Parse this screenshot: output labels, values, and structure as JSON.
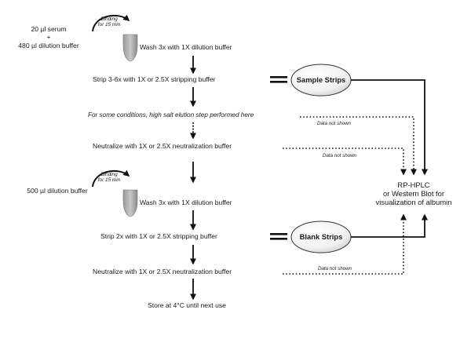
{
  "diagram": {
    "top": {
      "sample": "20 µl serum",
      "plus": "+",
      "dilution": "480 µl dilution buffer",
      "binding_1": "Binding",
      "binding_2": "for 15 min"
    },
    "steps": {
      "wash_1": "Wash 3x with 1X dilution buffer",
      "strip_1": "Strip 3-6x with 1X or 2.5X stripping buffer",
      "high_salt": "For some conditions, high salt elution step performed here",
      "neutralize_1": "Neutralize with 1X or 2.5X neutralization buffer",
      "wash_2": "Wash 3x with 1X dilution buffer",
      "strip_2": "Strip 2x with 1X or 2.5X stripping buffer",
      "neutralize_2": "Neutralize with 1X or 2.5X neutralization buffer",
      "store": "Store at 4°C until next use"
    },
    "bottom": {
      "dilution": "500 µl dilution buffer",
      "binding_1": "Binding",
      "binding_2": "for 15 min"
    },
    "sample_strips": "Sample Strips",
    "blank_strips": "Blank Strips",
    "data_not_shown": "Data not shown",
    "result": {
      "line1": "RP-HPLC",
      "line2": "or Western Blot for",
      "line3": "visualization of albumin"
    }
  }
}
